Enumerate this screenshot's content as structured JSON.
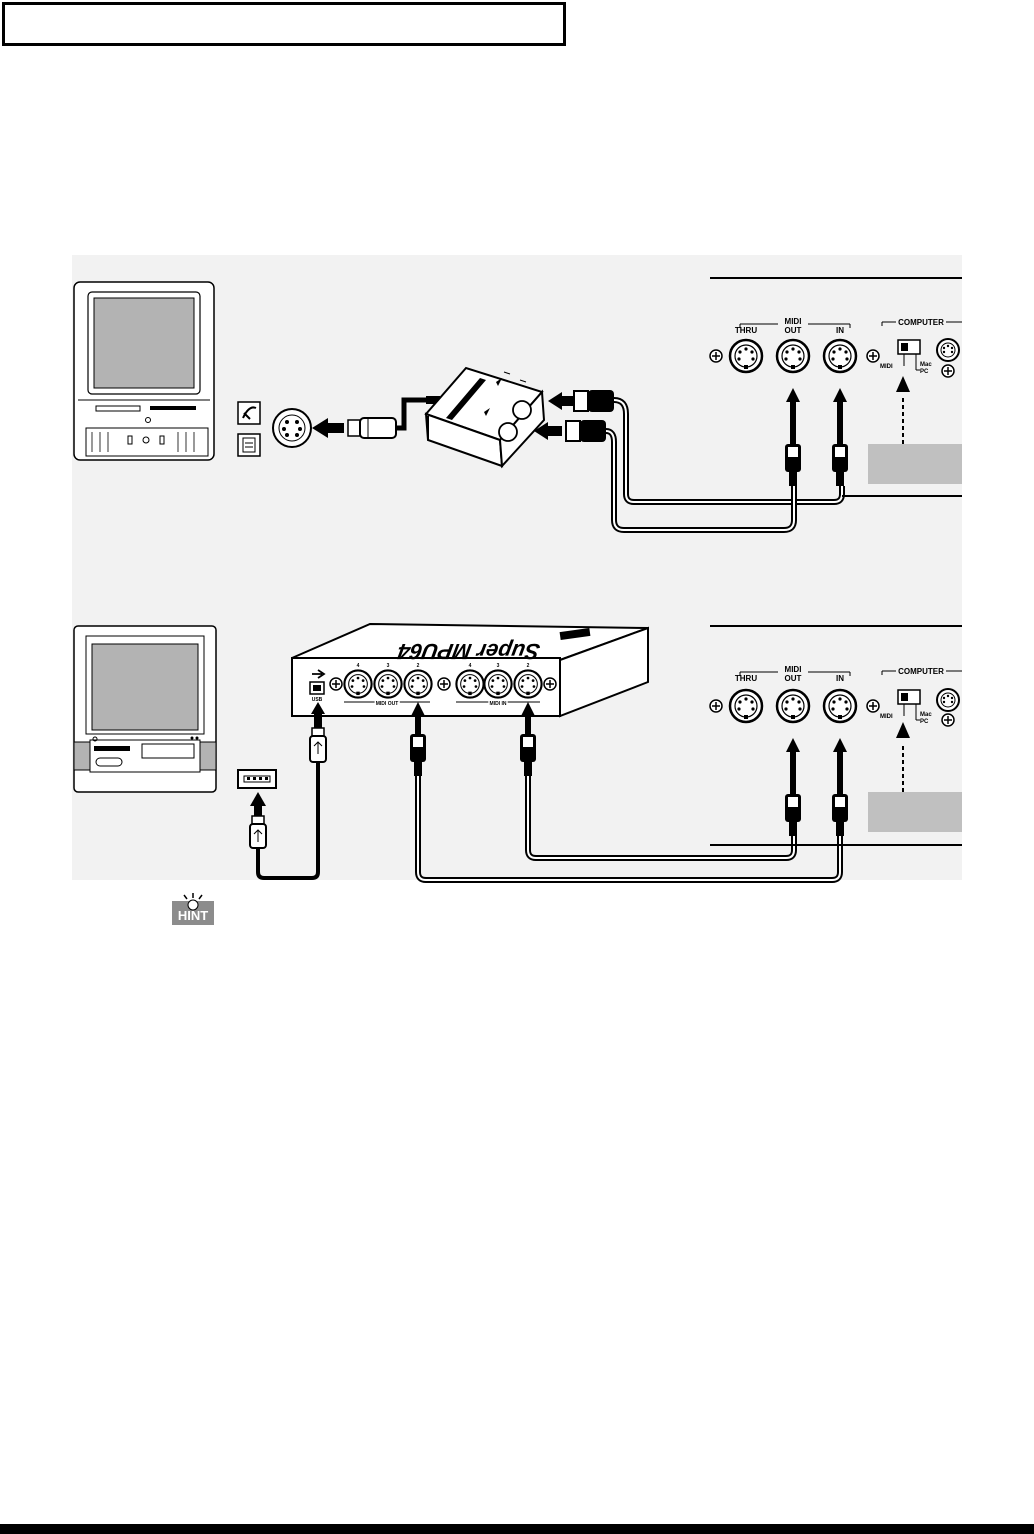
{
  "panel": {
    "midi_label": "MIDI",
    "thru_label": "THRU",
    "out_label": "OUT",
    "in_label": "IN",
    "computer_label": "COMPUTER",
    "switch_midi_label": "MIDI",
    "switch_mac_label": "Mac",
    "switch_pc_label": "PC"
  },
  "interface2": {
    "brand": "Super MPU64",
    "usb_label": "USB",
    "midi_out_label": "MIDI OUT",
    "midi_in_label": "MIDI IN",
    "port_numbers": [
      "4",
      "3",
      "2"
    ]
  },
  "hint": {
    "label": "HINT"
  },
  "colors": {
    "ink": "#000000",
    "fill_gray": "#c0c0c0",
    "screen_gray": "#b3b3b3",
    "background": "#f2f2f2"
  }
}
